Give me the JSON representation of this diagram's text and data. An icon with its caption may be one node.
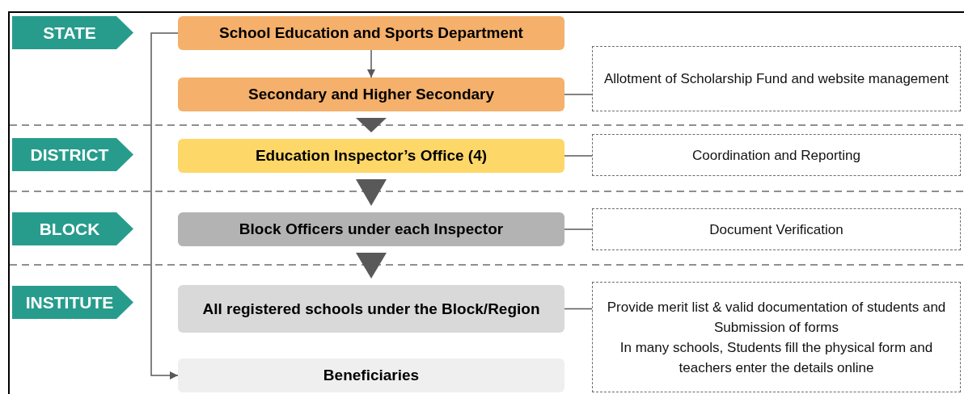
{
  "diagram": {
    "nodes": [
      {
        "text": [
          "STATE"
        ]
      },
      {
        "text": [
          "School Education and Sports Department"
        ]
      },
      {
        "text": [
          "Secondary and Higher Secondary"
        ]
      },
      {
        "text": [
          "Allotment of Scholarship Fund and website management"
        ]
      },
      {
        "text": [
          "DISTRICT"
        ]
      },
      {
        "text": [
          "Education Inspector’s Office (4)"
        ]
      },
      {
        "text": [
          "Coordination and Reporting"
        ]
      },
      {
        "text": [
          "BLOCK"
        ]
      },
      {
        "text": [
          "Block Officers under each Inspector"
        ]
      },
      {
        "text": [
          "Document Verification"
        ]
      },
      {
        "text": [
          "INSTITUTE"
        ]
      },
      {
        "text": [
          "All registered schools under the Block/Region"
        ]
      },
      {
        "text": [
          "Provide merit list & valid documentation of students and Submission of forms",
          "In many schools, Students fill the physical form and teachers enter the details online"
        ]
      },
      {
        "text": [
          "Beneficiaries"
        ]
      }
    ],
    "edges": [
      {
        "from": 1,
        "to": 2,
        "arrow": "to"
      },
      {
        "from": 2,
        "to": 3,
        "arrow": "none"
      },
      {
        "from": 2,
        "to": 5,
        "arrow": "to",
        "style": "thick"
      },
      {
        "from": 5,
        "to": 6,
        "arrow": "none"
      },
      {
        "from": 5,
        "to": 8,
        "arrow": "to",
        "style": "thick"
      },
      {
        "from": 8,
        "to": 9,
        "arrow": "none"
      },
      {
        "from": 8,
        "to": 11,
        "arrow": "to",
        "style": "thick"
      },
      {
        "from": 11,
        "to": 12,
        "arrow": "none"
      },
      {
        "from": 1,
        "to": 13,
        "arrow": "to"
      }
    ]
  }
}
